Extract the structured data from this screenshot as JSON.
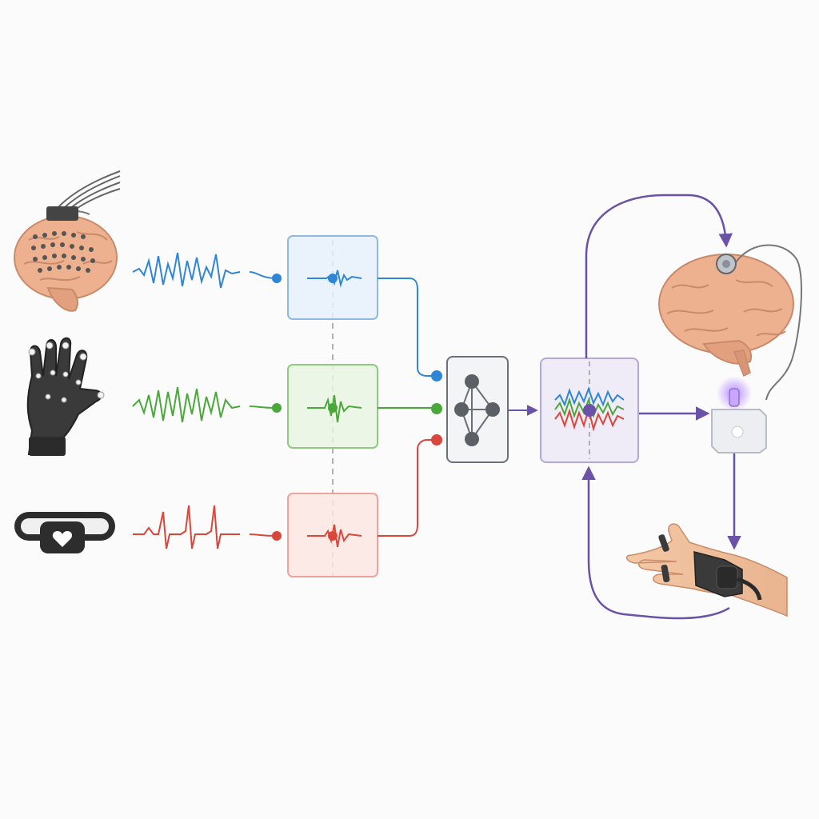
{
  "colors": {
    "background": "#fbfbfb",
    "brain_signal": "#2f86d6",
    "motion_signal": "#4aa83a",
    "cardiac_signal": "#d9463a",
    "fusion": "#6a52a8",
    "fusion_node": "#5b5f66",
    "skin_brain": "#e8a987",
    "glove": "#3a3a3a"
  },
  "icons": {
    "brain_implant": "brain-electrode-array-icon",
    "glove": "motion-capture-glove-icon",
    "wristband": "heart-rate-wristband-icon",
    "fusion_network": "graph-network-icon",
    "output_brain": "brain-stimulator-icon",
    "stimulator": "stimulator-device-icon",
    "output_hand": "hand-wearable-icon"
  },
  "channels": [
    {
      "id": "neural",
      "color": "#2f86d6"
    },
    {
      "id": "motion",
      "color": "#4aa83a"
    },
    {
      "id": "cardiac",
      "color": "#d9463a"
    }
  ]
}
